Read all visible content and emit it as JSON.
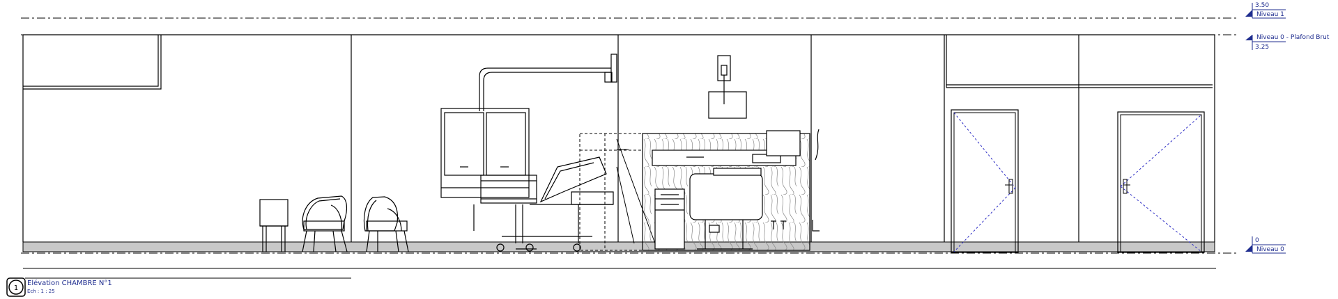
{
  "levels": [
    {
      "elevation": "3.50",
      "name": "Niveau 1"
    },
    {
      "elevation": "3.25",
      "name": "Niveau 0 - Plafond Brut"
    },
    {
      "elevation": "0",
      "name": "Niveau 0"
    }
  ],
  "view": {
    "number": "1",
    "title": "Elévation CHAMBRE N°1",
    "scale": "Ech : 1 : 25"
  },
  "colors": {
    "line": "#000000",
    "annotation": "#1f2d8f",
    "floor_fill": "#c8c8c8"
  }
}
